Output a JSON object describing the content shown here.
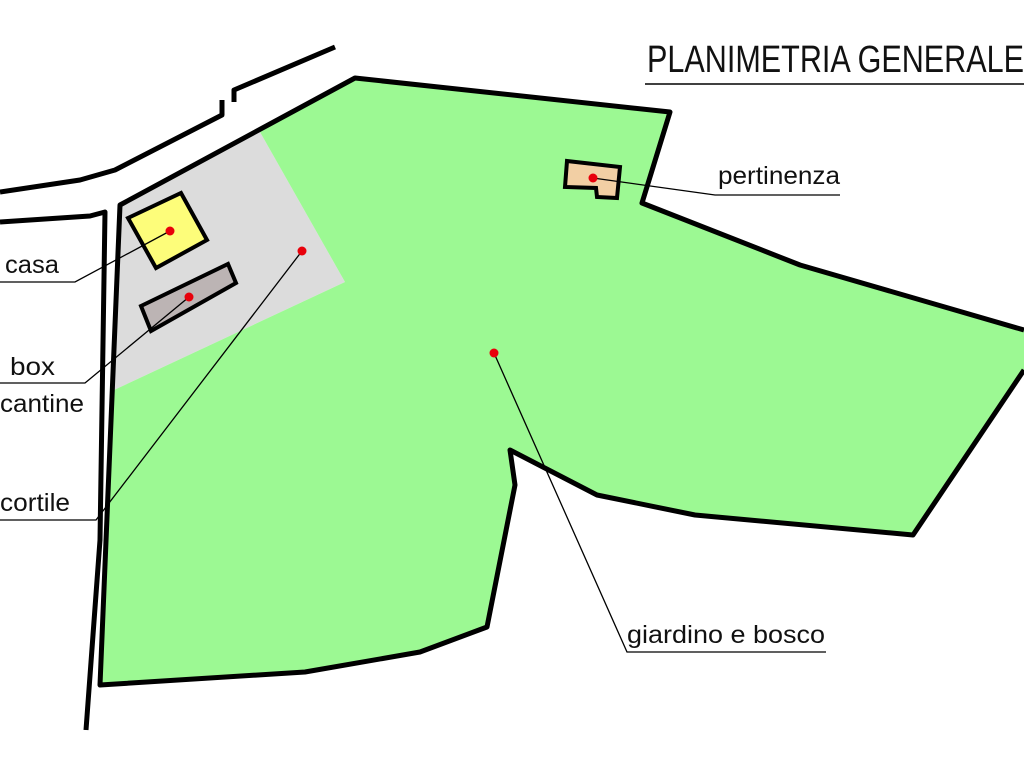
{
  "title": "PLANIMETRIA GENERALE",
  "labels": {
    "casa": "casa",
    "box": "box",
    "cantine": "cantine",
    "cortile": "cortile",
    "pertinenza": "pertinenza",
    "giardino": "giardino e bosco"
  },
  "colors": {
    "giardino": "#9cf993",
    "cortile": "#dcdcdc",
    "casa": "#fdfd7a",
    "box_cantine": "#bcb4b4",
    "pertinenza": "#f2cfa4",
    "marker": "#e8000b"
  }
}
